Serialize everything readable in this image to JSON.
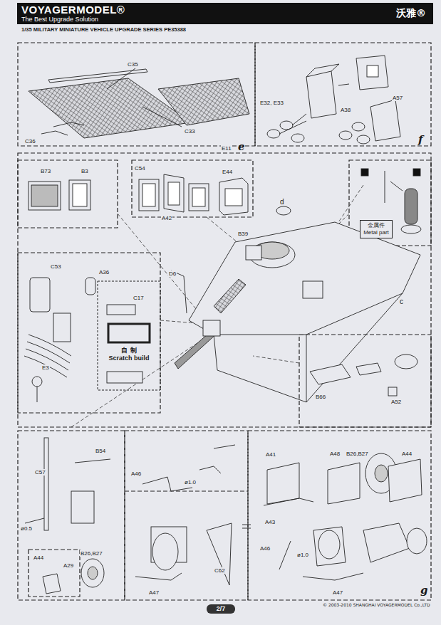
{
  "diagram": {
    "title": "1/35 MILITARY MINIATURE VEHICLE UPGRADE SERIES PE35388",
    "nodes": [
      {
        "text": [
          "VOYAGERMODEL®",
          "The Best Upgrade Solution",
          "沃雅®"
        ]
      },
      {
        "text": [
          "自 制",
          "Scratch build"
        ]
      },
      {
        "text": [
          "金属件",
          "Metal part"
        ]
      },
      {
        "text": [
          "2/7"
        ]
      }
    ],
    "labels": [
      "C35",
      "C36",
      "C33",
      "E11",
      "e",
      "A57",
      "E32, E33",
      "A38",
      "f",
      "B73",
      "B3",
      "C54",
      "E44",
      "A42",
      "d",
      "B39",
      "C53",
      "A36",
      "D6",
      "C17",
      "c",
      "E3",
      "B66",
      "A52",
      "B54",
      "C57",
      "A46",
      "ø1.0",
      "ø0.5",
      "B26,B27",
      "C62",
      "A44",
      "A29",
      "A47",
      "A41",
      "A48",
      "B26,B27",
      "A44",
      "A43",
      "A46",
      "ø1.0",
      "A47",
      "g",
      "© 2003-2010 SHANGHAI VOYAGERMODEL Co.,LTD"
    ]
  }
}
